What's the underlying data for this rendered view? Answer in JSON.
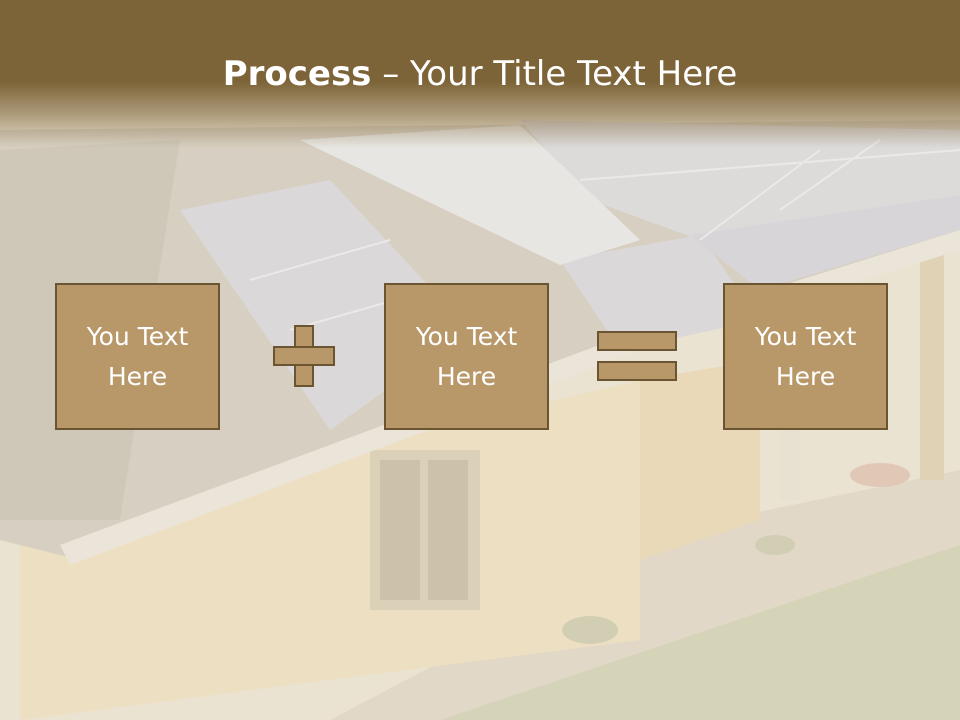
{
  "slide": {
    "title_bold": "Process",
    "title_rest": " – Your Title Text Here",
    "box1": "You Text\nHere",
    "box2": "You Text\nHere",
    "box3": "You Text\nHere"
  },
  "colors": {
    "title_bar": "#7c6338",
    "box_fill": "#b89768",
    "box_border": "#6b5431",
    "text": "#ffffff"
  },
  "icons": [
    "plus-icon",
    "equals-icon"
  ]
}
